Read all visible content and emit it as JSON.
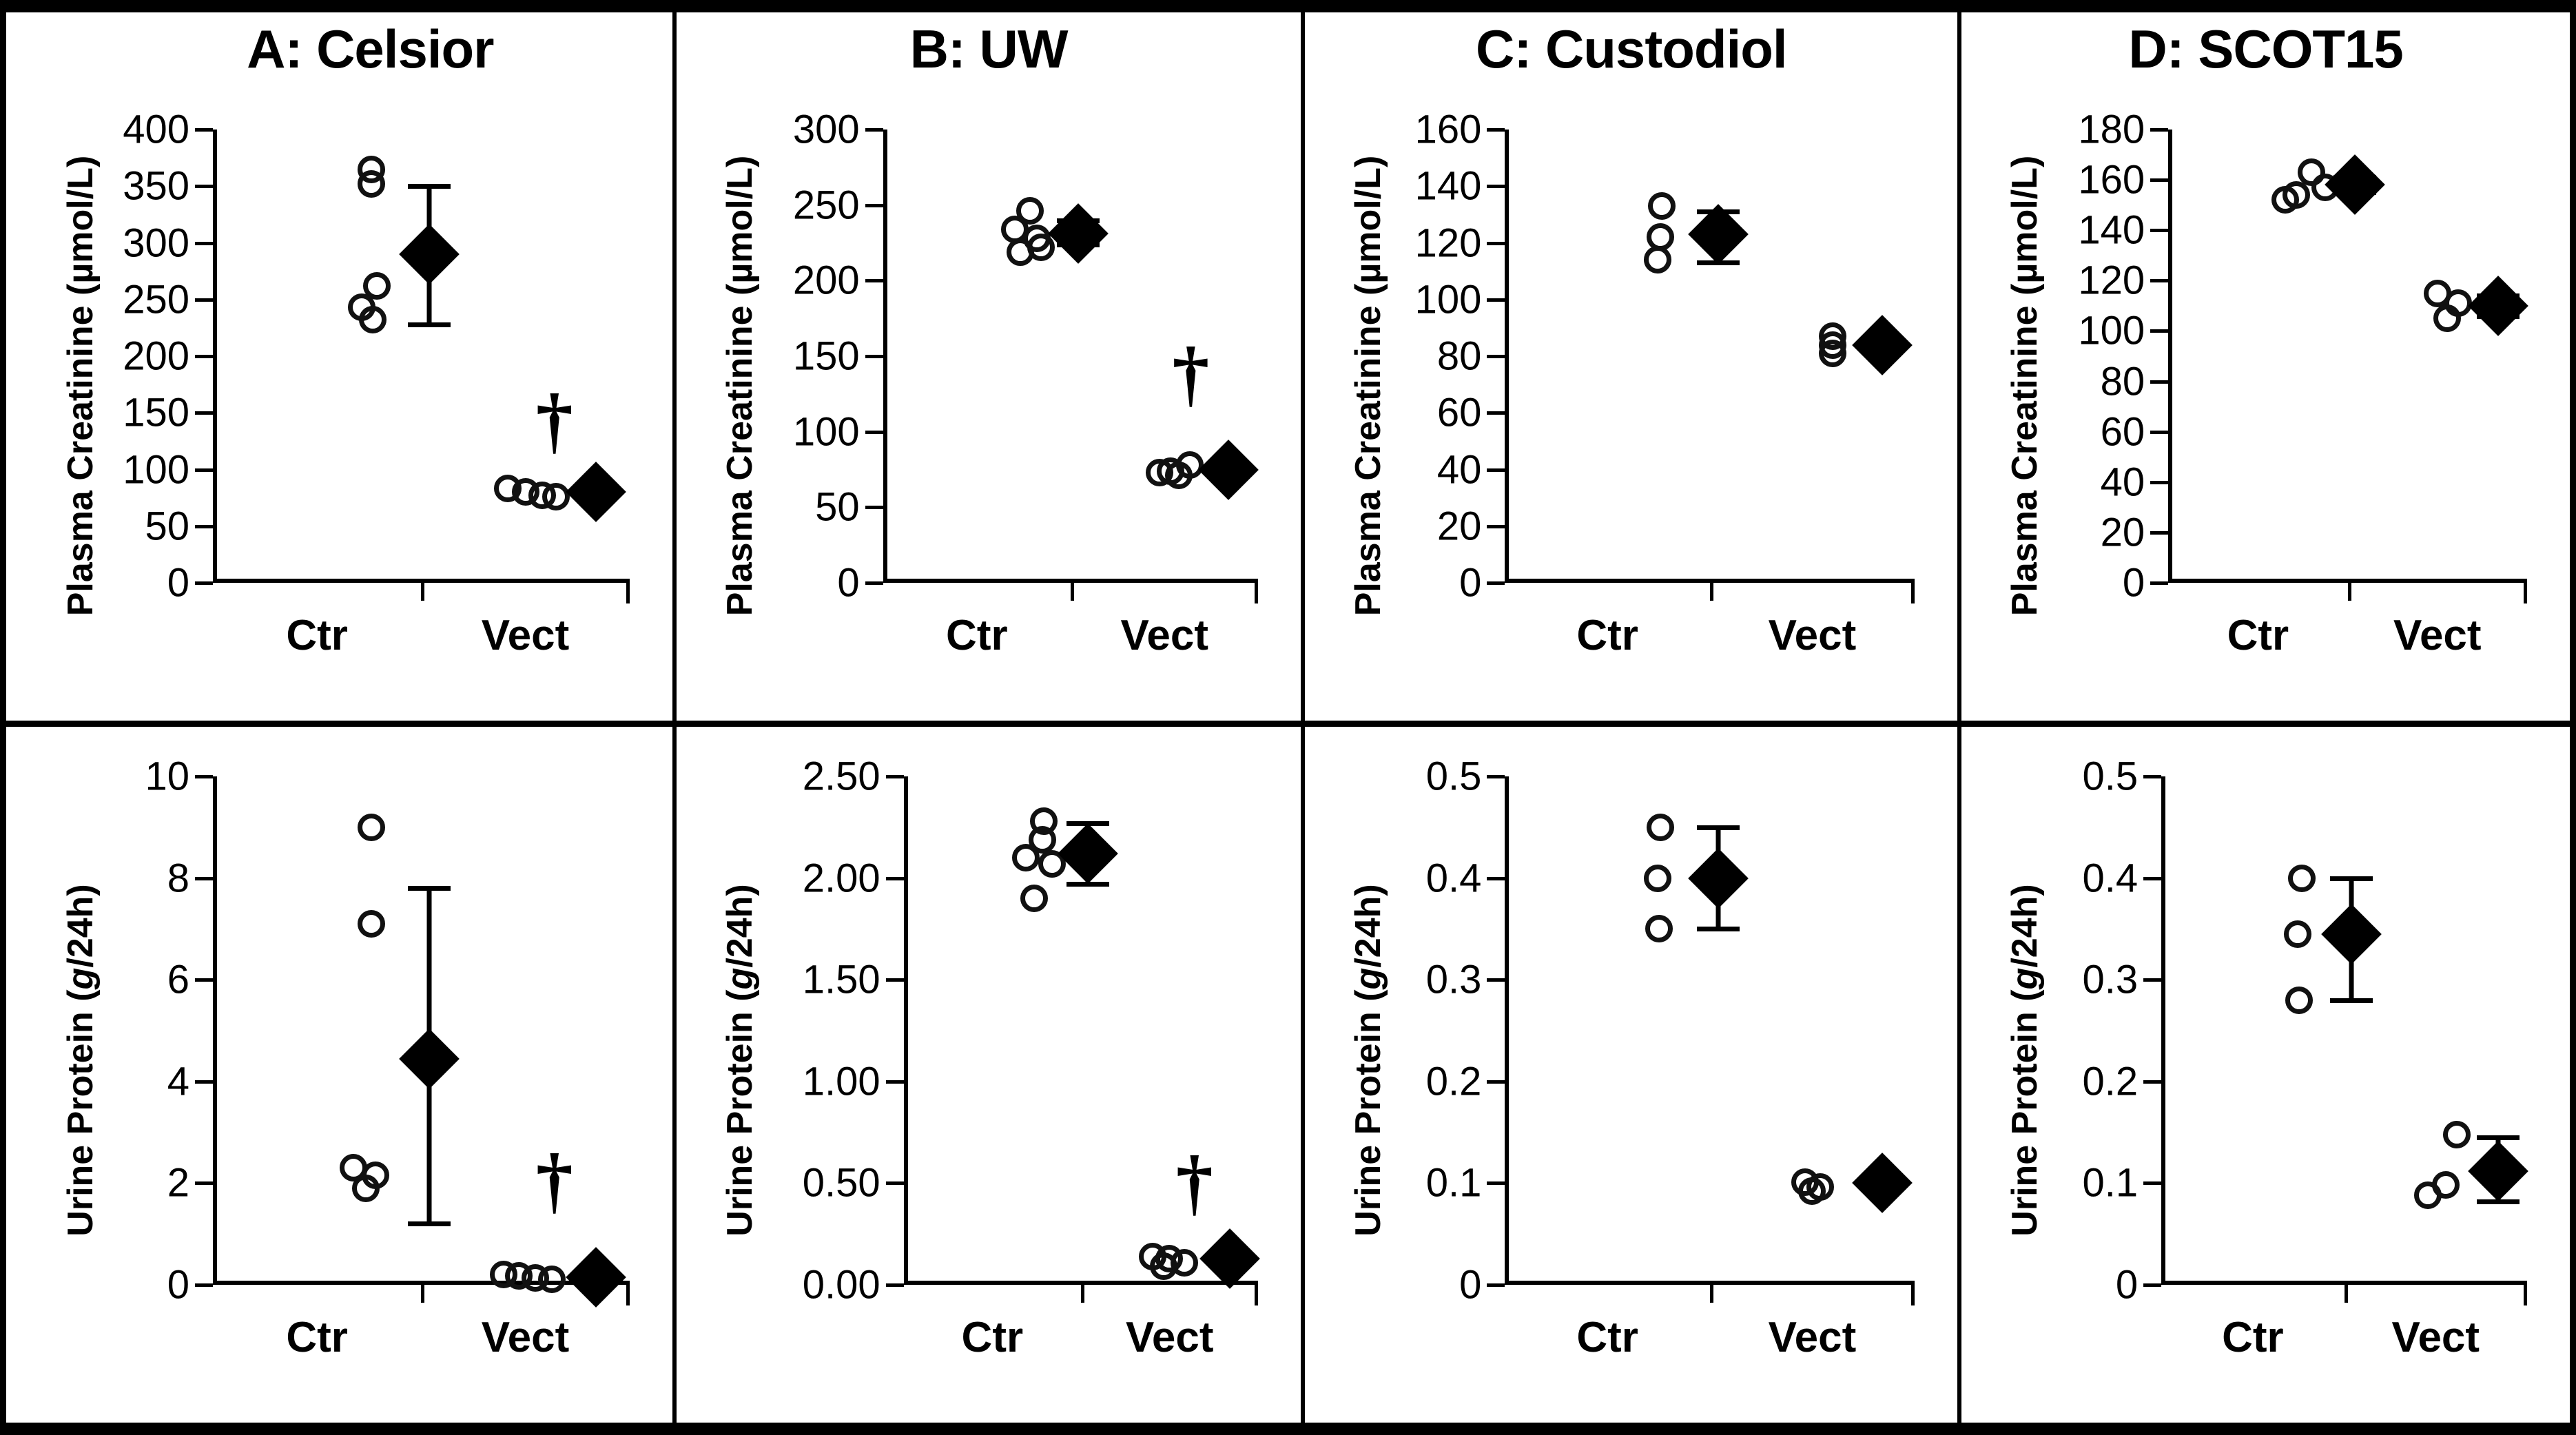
{
  "figure": {
    "panel_count": 8,
    "rows": 2,
    "columns": 4,
    "significance_symbol": "†"
  },
  "axis_labels": {
    "creatinine": "Plasma Creatinine (µmol/L)",
    "protein_prefix": "Urine Protein (",
    "protein_italic": "g",
    "protein_suffix": "/24h)"
  },
  "group_labels": {
    "control": "Ctr",
    "vector": "Vect"
  },
  "chart_data": [
    {
      "id": "A-creatinine",
      "type": "scatter",
      "title": "A: Celsior",
      "row": "top",
      "column": 0,
      "xlabel": "",
      "ylabel": "Plasma Creatinine (µmol/L)",
      "ylim": [
        0,
        400
      ],
      "ytick_step": 50,
      "yticks": [
        "0",
        "50",
        "100",
        "150",
        "200",
        "250",
        "300",
        "350",
        "400"
      ],
      "categories": [
        "Ctr",
        "Vect"
      ],
      "grid": false,
      "legend": "none",
      "annotation": "† above Vect",
      "groups": [
        {
          "name": "Ctr",
          "points": [
            365,
            352,
            262,
            243,
            232
          ],
          "point_offsets": [
            0,
            0,
            8,
            -14,
            2
          ],
          "mean": 290,
          "error_low": 228,
          "error_high": 350
        },
        {
          "name": "Vect",
          "points": [
            83,
            80,
            77,
            76
          ],
          "point_offsets": [
            -56,
            -30,
            -6,
            14
          ],
          "mean": 80,
          "error_low": 80,
          "error_high": 80,
          "dagger": 143
        }
      ]
    },
    {
      "id": "B-creatinine",
      "type": "scatter",
      "title": "B: UW",
      "row": "top",
      "column": 1,
      "xlabel": "",
      "ylabel": "Plasma Creatinine (µmol/L)",
      "ylim": [
        0,
        300
      ],
      "ytick_step": 50,
      "yticks": [
        "0",
        "50",
        "100",
        "150",
        "200",
        "250",
        "300"
      ],
      "categories": [
        "Ctr",
        "Vect"
      ],
      "grid": false,
      "legend": "none",
      "annotation": "† above Vect",
      "groups": [
        {
          "name": "Ctr",
          "points": [
            246,
            234,
            228,
            222,
            219
          ],
          "point_offsets": [
            6,
            -16,
            16,
            22,
            -8
          ],
          "mean": 231,
          "error_low": 224,
          "error_high": 240
        },
        {
          "name": "Vect",
          "points": [
            78,
            74,
            73,
            71
          ],
          "point_offsets": [
            10,
            -18,
            -34,
            -6
          ],
          "mean": 75,
          "error_low": 75,
          "error_high": 75,
          "dagger": 138
        }
      ]
    },
    {
      "id": "C-creatinine",
      "type": "scatter",
      "title": "C: Custodiol",
      "row": "top",
      "column": 2,
      "xlabel": "",
      "ylabel": "Plasma Creatinine (µmol/L)",
      "ylim": [
        0,
        160
      ],
      "ytick_step": 20,
      "yticks": [
        "0",
        "20",
        "40",
        "60",
        "80",
        "100",
        "120",
        "140",
        "160"
      ],
      "categories": [
        "Ctr",
        "Vect"
      ],
      "grid": false,
      "legend": "none",
      "annotation": "",
      "groups": [
        {
          "name": "Ctr",
          "points": [
            133,
            122,
            114
          ],
          "point_offsets": [
            2,
            0,
            -4
          ],
          "mean": 123,
          "error_low": 113,
          "error_high": 131
        },
        {
          "name": "Vect",
          "points": [
            87,
            84,
            81
          ],
          "point_offsets": [
            0,
            0,
            0
          ],
          "mean": 84,
          "error_low": 84,
          "error_high": 84
        }
      ]
    },
    {
      "id": "D-creatinine",
      "type": "scatter",
      "title": "D: SCOT15",
      "row": "top",
      "column": 3,
      "xlabel": "",
      "ylabel": "Plasma Creatinine (µmol/L)",
      "ylim": [
        0,
        180
      ],
      "ytick_step": 20,
      "yticks": [
        "0",
        "20",
        "40",
        "60",
        "80",
        "100",
        "120",
        "140",
        "160",
        "180"
      ],
      "categories": [
        "Ctr",
        "Vect"
      ],
      "grid": false,
      "legend": "none",
      "annotation": "",
      "groups": [
        {
          "name": "Ctr",
          "points": [
            163,
            157,
            154,
            152
          ],
          "point_offsets": [
            10,
            30,
            -12,
            -28
          ],
          "mean": 158,
          "error_low": 155,
          "error_high": 161
        },
        {
          "name": "Vect",
          "points": [
            115,
            111,
            105
          ],
          "point_offsets": [
            -26,
            4,
            -12
          ],
          "mean": 110,
          "error_low": 106,
          "error_high": 114
        }
      ]
    },
    {
      "id": "A-protein",
      "type": "scatter",
      "title": "",
      "row": "bottom",
      "column": 0,
      "xlabel": "",
      "ylabel": "Urine Protein (g/24h)",
      "ylim": [
        0,
        10
      ],
      "ytick_step": 2,
      "yticks": [
        "0",
        "2",
        "4",
        "6",
        "8",
        "10"
      ],
      "categories": [
        "Ctr",
        "Vect"
      ],
      "grid": false,
      "legend": "none",
      "annotation": "† above Vect",
      "groups": [
        {
          "name": "Ctr",
          "points": [
            9.0,
            7.1,
            2.3,
            2.15,
            1.9
          ],
          "point_offsets": [
            0,
            0,
            -26,
            6,
            -8
          ],
          "mean": 4.45,
          "error_low": 1.2,
          "error_high": 7.8
        },
        {
          "name": "Vect",
          "points": [
            0.2,
            0.17,
            0.14,
            0.11
          ],
          "point_offsets": [
            -62,
            -40,
            -16,
            8
          ],
          "mean": 0.15,
          "error_low": 0.15,
          "error_high": 0.15,
          "dagger": 2.05
        }
      ]
    },
    {
      "id": "B-protein",
      "type": "scatter",
      "title": "",
      "row": "bottom",
      "column": 1,
      "xlabel": "",
      "ylabel": "Urine Protein (g/24h)",
      "ylim": [
        0,
        2.5
      ],
      "ytick_step": 0.5,
      "yticks": [
        "0.00",
        "0.50",
        "1.00",
        "1.50",
        "2.00",
        "2.50"
      ],
      "categories": [
        "Ctr",
        "Vect"
      ],
      "grid": false,
      "legend": "none",
      "annotation": "† above Vect",
      "groups": [
        {
          "name": "Ctr",
          "points": [
            2.28,
            2.19,
            2.1,
            2.07,
            1.9
          ],
          "point_offsets": [
            8,
            6,
            -18,
            20,
            -6
          ],
          "mean": 2.12,
          "error_low": 1.97,
          "error_high": 2.27
        },
        {
          "name": "Vect",
          "points": [
            0.14,
            0.13,
            0.11,
            0.09
          ],
          "point_offsets": [
            -50,
            -26,
            -4,
            -34
          ],
          "mean": 0.13,
          "error_low": 0.13,
          "error_high": 0.13,
          "dagger": 0.5
        }
      ]
    },
    {
      "id": "C-protein",
      "type": "scatter",
      "title": "",
      "row": "bottom",
      "column": 2,
      "xlabel": "",
      "ylabel": "Urine Protein (g/24h)",
      "ylim": [
        0,
        0.5
      ],
      "ytick_step": 0.1,
      "yticks": [
        "0",
        "0.1",
        "0.2",
        "0.3",
        "0.4",
        "0.5"
      ],
      "categories": [
        "Ctr",
        "Vect"
      ],
      "grid": false,
      "legend": "none",
      "annotation": "",
      "groups": [
        {
          "name": "Ctr",
          "points": [
            0.45,
            0.4,
            0.35
          ],
          "point_offsets": [
            0,
            -4,
            -2
          ],
          "mean": 0.4,
          "error_low": 0.35,
          "error_high": 0.45
        },
        {
          "name": "Vect",
          "points": [
            0.101,
            0.096,
            0.092
          ],
          "point_offsets": [
            -40,
            -18,
            -30
          ],
          "mean": 0.1,
          "error_low": 0.1,
          "error_high": 0.1
        }
      ]
    },
    {
      "id": "D-protein",
      "type": "scatter",
      "title": "",
      "row": "bottom",
      "column": 3,
      "xlabel": "",
      "ylabel": "Urine Protein (g/24h)",
      "ylim": [
        0,
        0.5
      ],
      "ytick_step": 0.1,
      "yticks": [
        "0",
        "0.1",
        "0.2",
        "0.3",
        "0.4",
        "0.5"
      ],
      "categories": [
        "Ctr",
        "Vect"
      ],
      "grid": false,
      "legend": "none",
      "annotation": "",
      "groups": [
        {
          "name": "Ctr",
          "points": [
            0.4,
            0.345,
            0.28
          ],
          "point_offsets": [
            2,
            -4,
            -2
          ],
          "mean": 0.345,
          "error_low": 0.28,
          "error_high": 0.4
        },
        {
          "name": "Vect",
          "points": [
            0.148,
            0.098,
            0.088
          ],
          "point_offsets": [
            4,
            -12,
            -38
          ],
          "mean": 0.112,
          "error_low": 0.082,
          "error_high": 0.145
        }
      ]
    }
  ]
}
